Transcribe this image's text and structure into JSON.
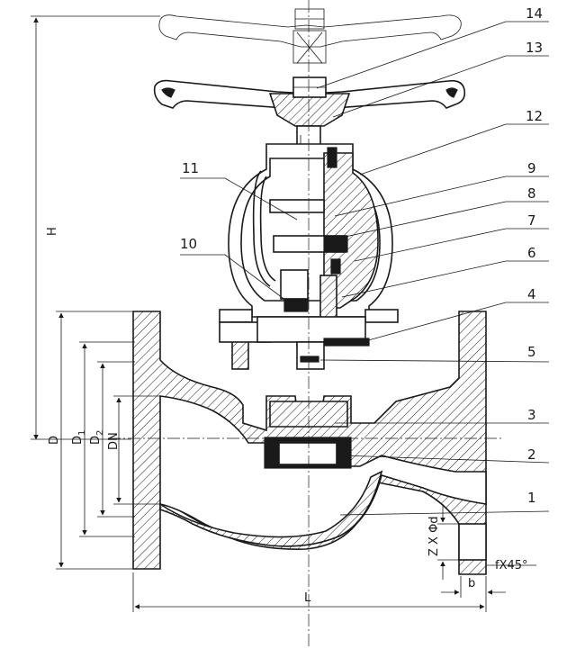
{
  "callouts": [
    {
      "id": "callout-14",
      "text": "14"
    },
    {
      "id": "callout-13",
      "text": "13"
    },
    {
      "id": "callout-12",
      "text": "12"
    },
    {
      "id": "callout-11",
      "text": "11"
    },
    {
      "id": "callout-10",
      "text": "10"
    },
    {
      "id": "callout-9",
      "text": "9"
    },
    {
      "id": "callout-8",
      "text": "8"
    },
    {
      "id": "callout-7",
      "text": "7"
    },
    {
      "id": "callout-6",
      "text": "6"
    },
    {
      "id": "callout-5",
      "text": "5"
    },
    {
      "id": "callout-4",
      "text": "4"
    },
    {
      "id": "callout-3",
      "text": "3"
    },
    {
      "id": "callout-2",
      "text": "2"
    },
    {
      "id": "callout-1",
      "text": "1"
    }
  ],
  "dimensions": {
    "H": "H",
    "D": "D",
    "D1": "D",
    "D1_sub": "1",
    "D2": "D",
    "D2_sub": "2",
    "DN": "DN",
    "L": "L",
    "Z": "Z X Φd",
    "f": "fX45°",
    "b": "b"
  },
  "colors": {
    "line": "#1a1a1a",
    "background": "#ffffff"
  }
}
